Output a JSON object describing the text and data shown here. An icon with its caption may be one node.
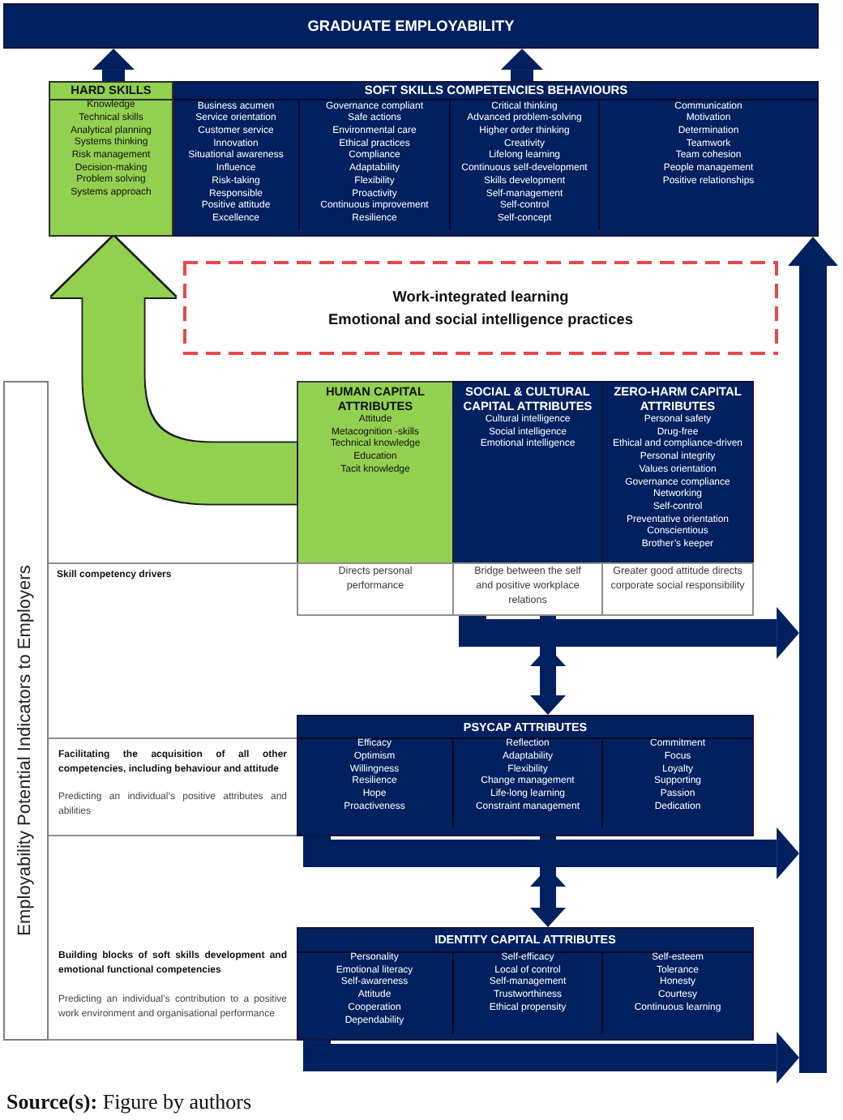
{
  "diagram": {
    "caption": "**Source(s):** Figure by authors",
    "nodes": [
      {
        "text": [
          "GRADUATE EMPLOYABILITY"
        ]
      },
      {
        "text": [
          "HARD SKILLS",
          "Knowledge",
          "Technical skills",
          "Analytical planning",
          "Systems thinking",
          "Risk management",
          "Decision-making",
          "Problem solving",
          "Systems approach"
        ]
      },
      {
        "text": [
          "SOFT SKILLS COMPETENCIES BEHAVIOURS"
        ]
      },
      {
        "text": [
          "Business acumen",
          "Service orientation",
          "Customer service",
          "Innovation",
          "Situational awareness",
          "Influence",
          "Risk-taking",
          "Responsible",
          "Positive attitude",
          "Excellence"
        ],
        "in": 2
      },
      {
        "text": [
          "Governance compliant",
          "Safe actions",
          "Environmental care",
          "Ethical practices",
          "Compliance",
          "Adaptability",
          "Flexibility",
          "Proactivity",
          "Continuous improvement",
          "Resilience"
        ],
        "in": 2
      },
      {
        "text": [
          "Critical thinking",
          "Advanced problem-solving",
          "Higher order thinking",
          "Creativity",
          "Lifelong learning",
          "Continuous self-development",
          "Skills development",
          "Self-management",
          "Self-control",
          "Self-concept"
        ],
        "in": 2
      },
      {
        "text": [
          "Communication",
          "Motivation",
          "Determination",
          "Teamwork",
          "Team cohesion",
          "People management",
          "Positive relationships"
        ],
        "in": 2
      },
      {
        "text": [
          "Work-integrated learning",
          "Emotional and social intelligence practices"
        ]
      },
      {
        "text": [
          "Employability Potential Indicators to Employers"
        ]
      },
      {
        "text": [
          "HUMAN CAPITAL ATTRIBUTES",
          "Attitude",
          "Metacognition -skills",
          "Technical knowledge",
          "Education",
          "Tacit knowledge"
        ]
      },
      {
        "text": [
          "SOCIAL & CULTURAL CAPITAL ATTRIBUTES",
          "Cultural intelligence",
          "Social intelligence",
          "Emotional intelligence"
        ]
      },
      {
        "text": [
          "ZERO-HARM CAPITAL ATTRIBUTES",
          "Personal safety",
          "Drug-free",
          "Ethical and compliance-driven",
          "Personal integrity",
          "Values orientation",
          "Governance compliance",
          "Networking",
          "Self-control",
          "Preventative orientation",
          "Conscientious",
          "Brother’s keeper"
        ]
      },
      {
        "text": [
          "Skill competency drivers"
        ]
      },
      {
        "text": [
          "Directs personal performance"
        ]
      },
      {
        "text": [
          "Bridge between the self and positive workplace relations"
        ]
      },
      {
        "text": [
          "Greater good attitude directs corporate social responsibility"
        ]
      },
      {
        "text": [
          "Facilitating the acquisition of all other competencies, including behaviour and attitude",
          "Predicting an individual’s positive attributes and abilities"
        ]
      },
      {
        "text": [
          "PSYCAP ATTRIBUTES"
        ]
      },
      {
        "text": [
          "Efficacy",
          "Optimism",
          "Willingness",
          "Resilience",
          "Hope",
          "Proactiveness"
        ],
        "in": 17
      },
      {
        "text": [
          "Reflection",
          "Adaptability",
          "Flexibility",
          "Change management",
          "Life-long learning",
          "Constraint management"
        ],
        "in": 17
      },
      {
        "text": [
          "Commitment",
          "Focus",
          "Loyalty",
          "Supporting",
          "Passion",
          "Dedication"
        ],
        "in": 17
      },
      {
        "text": [
          "Building blocks of soft skills development and emotional functional competencies",
          "Predicting an individual’s contribution to a positive work environment and organisational performance"
        ]
      },
      {
        "text": [
          "IDENTITY CAPITAL ATTRIBUTES"
        ]
      },
      {
        "text": [
          "Personality",
          "Emotional literacy",
          "Self-awareness",
          "Attitude",
          "Cooperation",
          "Dependability"
        ],
        "in": 22
      },
      {
        "text": [
          "Self-efficacy",
          "Local of control",
          "Self-management",
          "Trustworthiness",
          "Ethical propensity"
        ],
        "in": 22
      },
      {
        "text": [
          "Self-esteem",
          "Tolerance",
          "Honesty",
          "Courtesy",
          "Continuous learning"
        ],
        "in": 22
      },
      {
        "text": [],
        "shape": "bar"
      }
    ],
    "edges": [
      {
        "from": 1,
        "to": 0,
        "arrow": "to"
      },
      {
        "from": 2,
        "to": 0,
        "arrow": "to"
      },
      {
        "from": 9,
        "to": 1,
        "arrow": "to",
        "style": "thick",
        "color": "#92d050"
      },
      {
        "from": 14,
        "to": 26,
        "arrow": "to"
      },
      {
        "from": 14,
        "to": 17,
        "arrow": "both"
      },
      {
        "from": 17,
        "to": 26,
        "arrow": "to"
      },
      {
        "from": 17,
        "to": 22,
        "arrow": "both"
      },
      {
        "from": 22,
        "to": 26,
        "arrow": "to"
      },
      {
        "from": 26,
        "to": 2,
        "arrow": "to"
      }
    ]
  }
}
